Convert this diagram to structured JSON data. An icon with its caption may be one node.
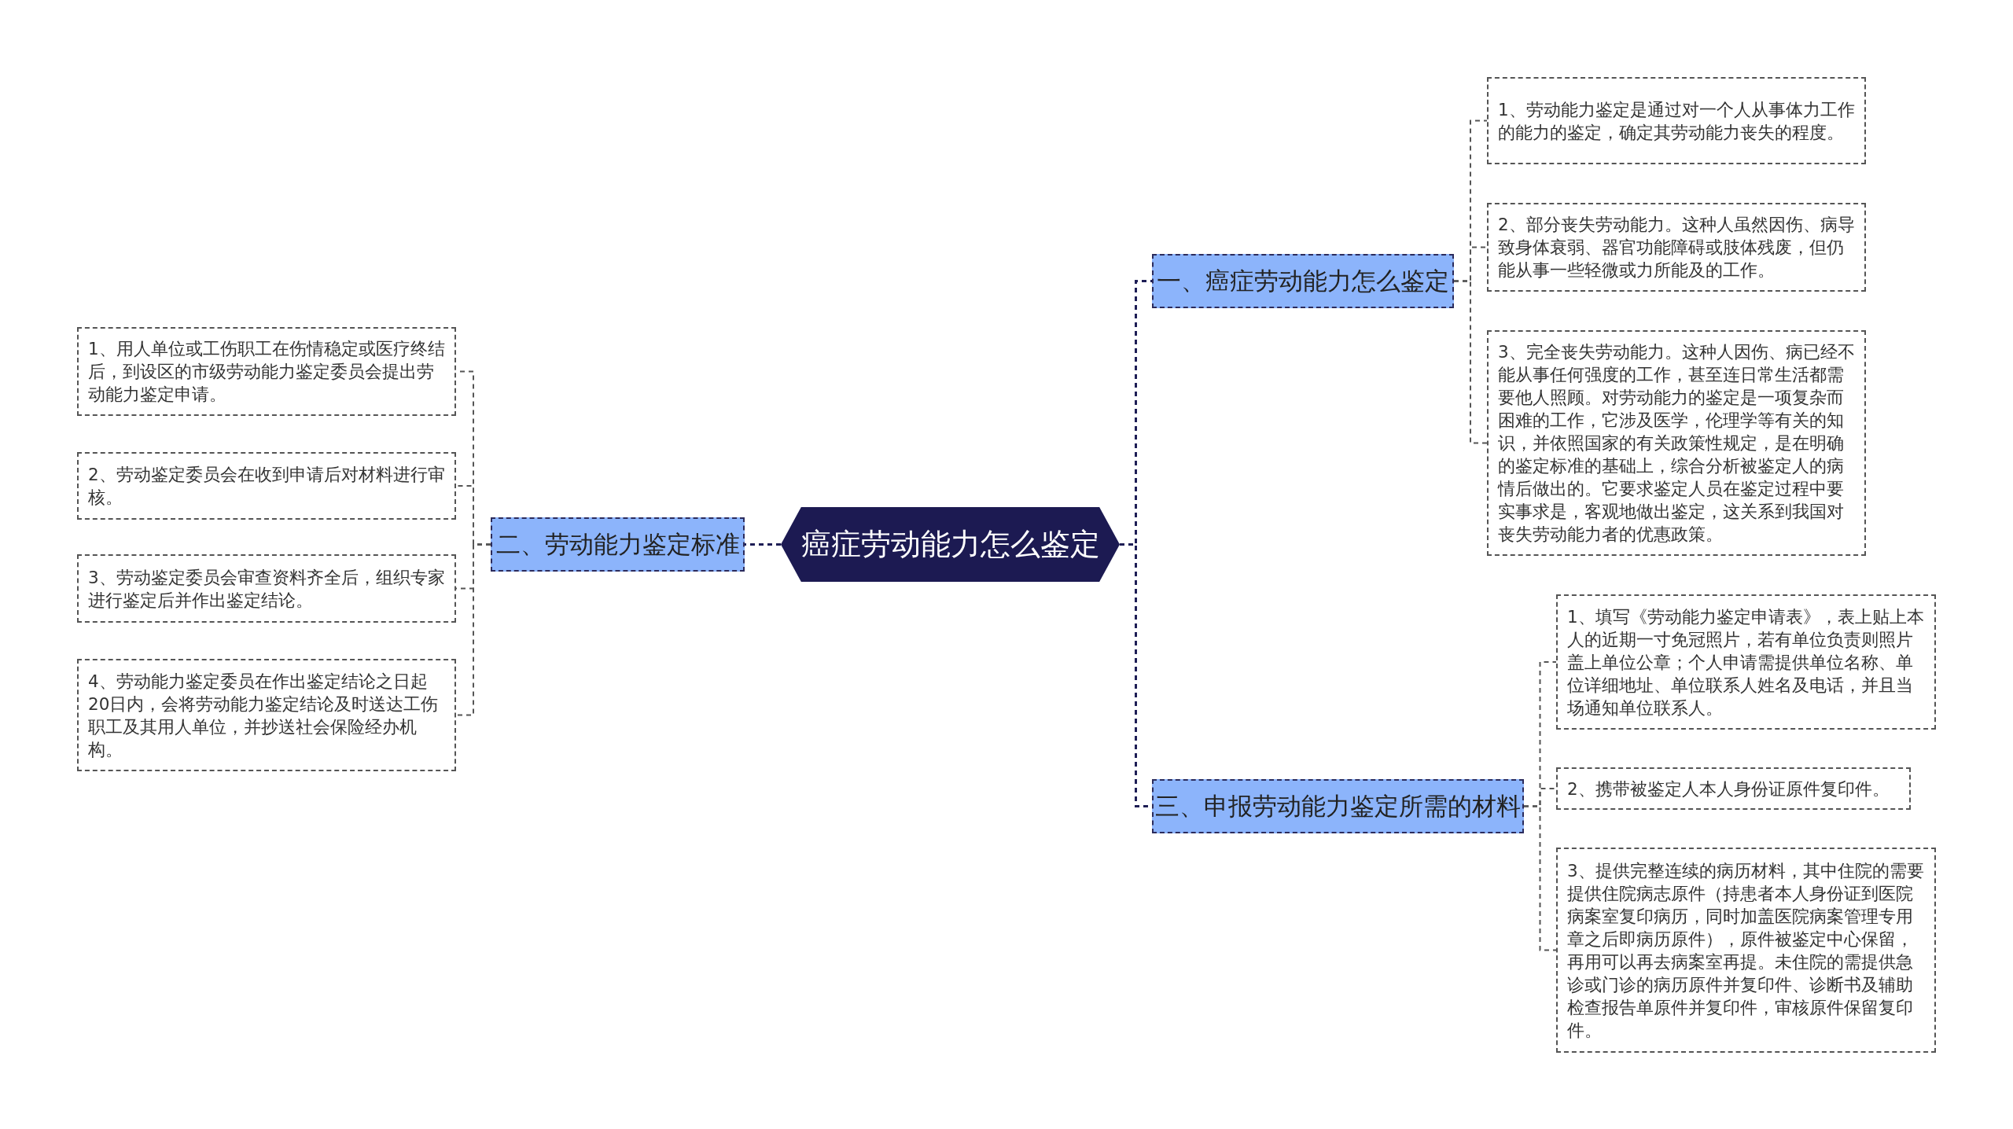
{
  "diagram": {
    "nodes": [
      {
        "text": [
          "癌症劳动能力怎么鉴定"
        ]
      },
      {
        "text": [
          "一、癌症劳动能力怎么鉴定"
        ]
      },
      {
        "text": [
          "1、劳动能力鉴定是通过对一个人从事体力工作的能力的鉴定，确定其劳动能力丧失的程度。"
        ]
      },
      {
        "text": [
          "2、部分丧失劳动能力。这种人虽然因伤、病导致身体衰弱、器官功能障碍或肢体残废，但仍能从事一些轻微或力所能及的工作。"
        ]
      },
      {
        "text": [
          "3、完全丧失劳动能力。这种人因伤、病已经不能从事任何强度的工作，甚至连日常生活都需要他人照顾。对劳动能力的鉴定是一项复杂而困难的工作，它涉及医学，伦理学等有关的知识，并依照国家的有关政策性规定，是在明确的鉴定标准的基础上，综合分析被鉴定人的病情后做出的。它要求鉴定人员在鉴定过程中要实事求是，客观地做出鉴定，这关系到我国对丧失劳动能力者的优惠政策。"
        ]
      },
      {
        "text": [
          "二、劳动能力鉴定标准"
        ]
      },
      {
        "text": [
          "1、用人单位或工伤职工在伤情稳定或医疗终结后，到设区的市级劳动能力鉴定委员会提出劳动能力鉴定申请。"
        ]
      },
      {
        "text": [
          "2、劳动鉴定委员会在收到申请后对材料进行审核。"
        ]
      },
      {
        "text": [
          "3、劳动鉴定委员会审查资料齐全后，组织专家进行鉴定后并作出鉴定结论。"
        ]
      },
      {
        "text": [
          "4、劳动能力鉴定委员在作出鉴定结论之日起20日内，会将劳动能力鉴定结论及时送达工伤职工及其用人单位，并抄送社会保险经办机构。"
        ]
      },
      {
        "text": [
          "三、申报劳动能力鉴定所需的材料"
        ]
      },
      {
        "text": [
          "1、填写《劳动能力鉴定申请表》，表上贴上本人的近期一寸免冠照片，若有单位负责则照片盖上单位公章；个人申请需提供单位名称、单位详细地址、单位联系人姓名及电话，并且当场通知单位联系人。"
        ]
      },
      {
        "text": [
          "2、携带被鉴定人本人身份证原件复印件。"
        ]
      },
      {
        "text": [
          "3、提供完整连续的病历材料，其中住院的需要提供住院病志原件（持患者本人身份证到医院病案室复印病历，同时加盖医院病案管理专用章之后即病历原件），原件被鉴定中心保留，再用可以再去病案室再提。未住院的需提供急诊或门诊的病历原件并复印件、诊断书及辅助检查报告单原件并复印件，审核原件保留复印件。"
        ]
      }
    ],
    "edges": [
      {
        "from": 0,
        "to": 1,
        "arrow": "none",
        "style": "dashed",
        "color": "#1e1e55"
      },
      {
        "from": 1,
        "to": 2,
        "arrow": "none",
        "style": "dashed"
      },
      {
        "from": 1,
        "to": 3,
        "arrow": "none",
        "style": "dashed"
      },
      {
        "from": 1,
        "to": 4,
        "arrow": "none",
        "style": "dashed"
      },
      {
        "from": 0,
        "to": 5,
        "arrow": "none",
        "style": "dashed",
        "color": "#1e1e55"
      },
      {
        "from": 5,
        "to": 6,
        "arrow": "none",
        "style": "dashed"
      },
      {
        "from": 5,
        "to": 7,
        "arrow": "none",
        "style": "dashed"
      },
      {
        "from": 5,
        "to": 8,
        "arrow": "none",
        "style": "dashed"
      },
      {
        "from": 5,
        "to": 9,
        "arrow": "none",
        "style": "dashed"
      },
      {
        "from": 0,
        "to": 10,
        "arrow": "none",
        "style": "dashed",
        "color": "#1e1e55"
      },
      {
        "from": 10,
        "to": 11,
        "arrow": "none",
        "style": "dashed"
      },
      {
        "from": 10,
        "to": 12,
        "arrow": "none",
        "style": "dashed"
      },
      {
        "from": 10,
        "to": 13,
        "arrow": "none",
        "style": "dashed"
      }
    ]
  }
}
